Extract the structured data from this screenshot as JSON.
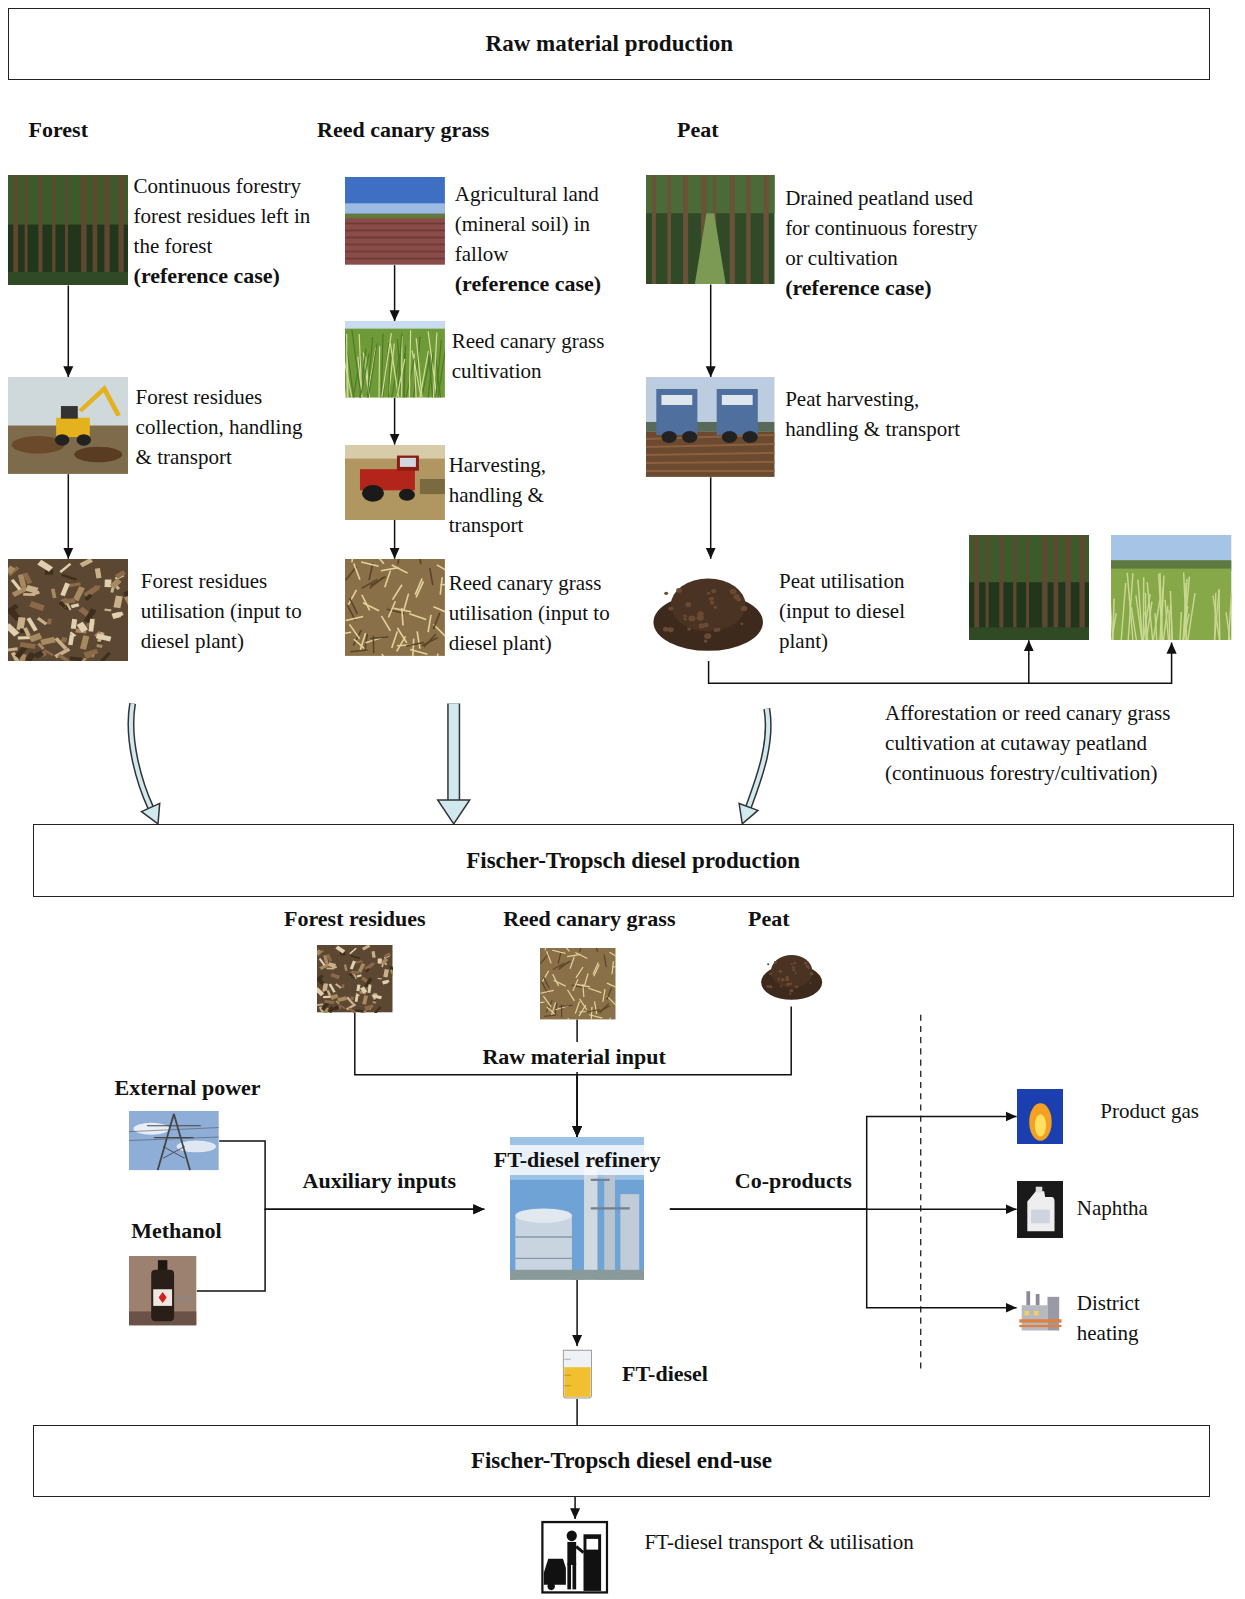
{
  "diagram": {
    "nodes": [
      {
        "text": [
          "Raw material production"
        ]
      },
      {
        "text": [
          "Continuous forestry forest residues left in the forest",
          "(reference case)"
        ]
      },
      {
        "text": [
          "Forest residues collection, handling & transport"
        ]
      },
      {
        "text": [
          "Forest residues utilisation (input to diesel plant)"
        ]
      },
      {
        "text": [
          "Agricultural land (mineral soil) in fallow",
          "(reference case)"
        ]
      },
      {
        "text": [
          "Reed canary grass cultivation"
        ]
      },
      {
        "text": [
          "Harvesting, handling & transport"
        ]
      },
      {
        "text": [
          "Reed canary grass utilisation (input to diesel plant)"
        ]
      },
      {
        "text": [
          "Drained peatland used for continuous forestry or cultivation",
          "(reference case)"
        ]
      },
      {
        "text": [
          "Peat harvesting, handling & transport"
        ]
      },
      {
        "text": [
          "Peat utilisation (input to diesel plant)"
        ]
      },
      {
        "text": [
          "Afforestation or reed canary grass cultivation at cutaway peatland (continuous forestry/cultivation)"
        ]
      },
      {
        "text": [
          "Fischer-Tropsch diesel production"
        ]
      },
      {
        "text": [
          "Forest residues"
        ]
      },
      {
        "text": [
          "Reed canary grass"
        ]
      },
      {
        "text": [
          "Peat"
        ]
      },
      {
        "text": [
          "External power"
        ]
      },
      {
        "text": [
          "Methanol"
        ]
      },
      {
        "text": [
          "FT-diesel refinery"
        ]
      },
      {
        "text": [
          "Product gas"
        ]
      },
      {
        "text": [
          "Naphtha"
        ]
      },
      {
        "text": [
          "District heating"
        ]
      },
      {
        "text": [
          "FT-diesel"
        ]
      },
      {
        "text": [
          "Fischer-Tropsch diesel end-use"
        ]
      },
      {
        "text": [
          "FT-diesel transport & utilisation"
        ]
      }
    ],
    "edges": [
      {
        "from": 1,
        "to": 2,
        "arrow": "to"
      },
      {
        "from": 2,
        "to": 3,
        "arrow": "to"
      },
      {
        "from": 4,
        "to": 5,
        "arrow": "to"
      },
      {
        "from": 5,
        "to": 6,
        "arrow": "to"
      },
      {
        "from": 6,
        "to": 7,
        "arrow": "to"
      },
      {
        "from": 8,
        "to": 9,
        "arrow": "to"
      },
      {
        "from": 9,
        "to": 10,
        "arrow": "to"
      },
      {
        "from": 10,
        "to": 11,
        "arrow": "to"
      },
      {
        "from": 3,
        "to": 12,
        "arrow": "to"
      },
      {
        "from": 7,
        "to": 12,
        "arrow": "to"
      },
      {
        "from": 10,
        "to": 12,
        "arrow": "to"
      },
      {
        "from": 13,
        "to": 18,
        "arrow": "to"
      },
      {
        "from": 14,
        "to": 18,
        "label": "Raw material input",
        "arrow": "to"
      },
      {
        "from": 15,
        "to": 18,
        "arrow": "to"
      },
      {
        "from": 16,
        "to": 18,
        "label": "Auxiliary inputs",
        "arrow": "to"
      },
      {
        "from": 17,
        "to": 18,
        "arrow": "to"
      },
      {
        "from": 18,
        "to": 19,
        "arrow": "to"
      },
      {
        "from": 18,
        "to": 20,
        "label": "Co-products",
        "arrow": "to"
      },
      {
        "from": 18,
        "to": 21,
        "arrow": "to"
      },
      {
        "from": 18,
        "to": 22,
        "arrow": "to"
      },
      {
        "from": 22,
        "to": 23,
        "arrow": "none"
      },
      {
        "from": 23,
        "to": 24,
        "arrow": "to"
      }
    ],
    "labels": [
      "Forest",
      "Reed canary grass",
      "Peat"
    ]
  }
}
